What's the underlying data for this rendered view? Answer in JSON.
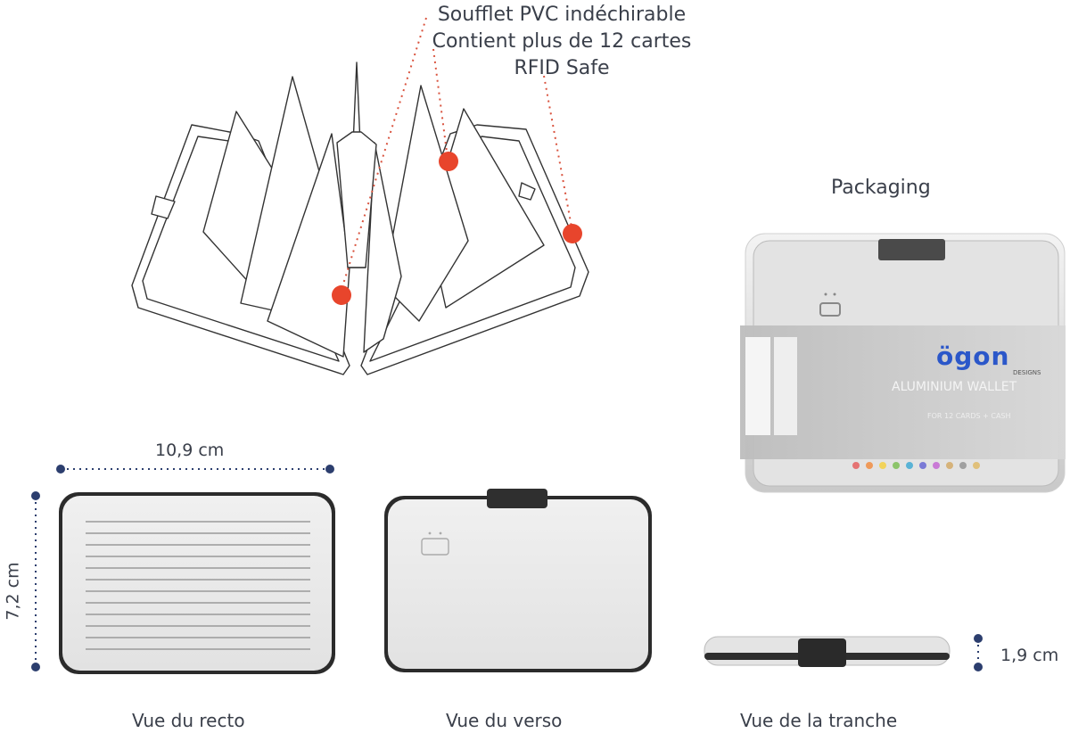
{
  "callout": {
    "line1": "Soufflet PVC indéchirable",
    "line2": "Contient plus de 12 cartes",
    "line3": "RFID Safe"
  },
  "packaging": {
    "title": "Packaging",
    "brand": "ögon",
    "brand_sub": "DESIGNS",
    "product": "ALUMINIUM WALLET",
    "cards_line": "FOR 12 CARDS + CASH"
  },
  "dimensions": {
    "width": "10,9 cm",
    "height": "7,2 cm",
    "thickness": "1,9 cm"
  },
  "captions": {
    "recto": "Vue du recto",
    "verso": "Vue du verso",
    "tranche": "Vue de la tranche"
  },
  "colors": {
    "accent_dot": "#e8452c",
    "dotted_line": "#d9533e",
    "text": "#3a3f4a",
    "navy": "#2c3e6e",
    "wallet_silver": "#e9e9e9"
  }
}
